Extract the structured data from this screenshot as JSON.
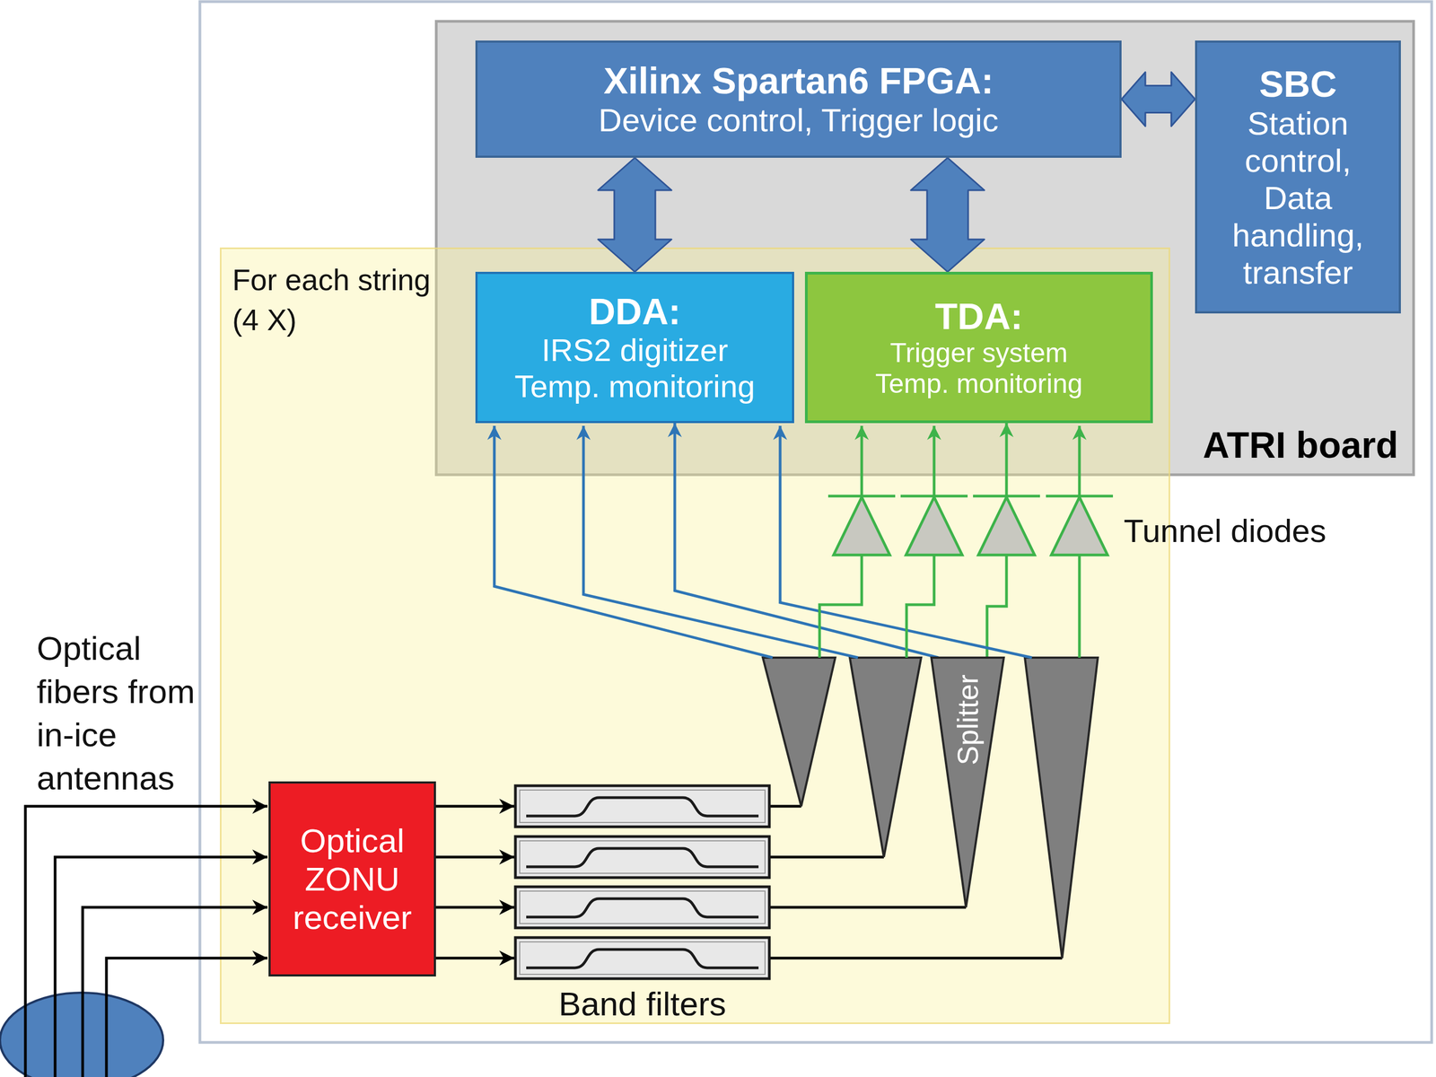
{
  "diagram": {
    "nodes": [
      {
        "text": [
          "ATRI board"
        ]
      },
      {
        "text": [
          "Xilinx Spartan6 FPGA:",
          "Device control, Trigger logic"
        ],
        "in": 0
      },
      {
        "text": [
          "SBC",
          "Station control, Data handling, transfer"
        ]
      },
      {
        "text": [
          "For each string (4 X)"
        ]
      },
      {
        "text": [
          "DDA:",
          "IRS2 digitizer Temp. monitoring"
        ],
        "in": 0
      },
      {
        "text": [
          "TDA:",
          "Trigger system Temp. monitoring"
        ],
        "in": 0
      },
      {
        "text": [
          "Optical ZONU receiver"
        ],
        "in": 3
      },
      {
        "text": [
          "Splitter"
        ],
        "in": 3
      }
    ],
    "edges": [
      {
        "from": 1,
        "to": 4,
        "arrow": "both"
      },
      {
        "from": 1,
        "to": 5,
        "arrow": "both"
      },
      {
        "from": 1,
        "to": 2,
        "arrow": "both"
      },
      {
        "from": 7,
        "to": 4,
        "arrow": "to"
      },
      {
        "from": 7,
        "to": 5,
        "arrow": "to"
      }
    ],
    "labels": [
      "Tunnel diodes",
      "Band filters",
      "Optical fibers from in-ice antennas"
    ]
  }
}
